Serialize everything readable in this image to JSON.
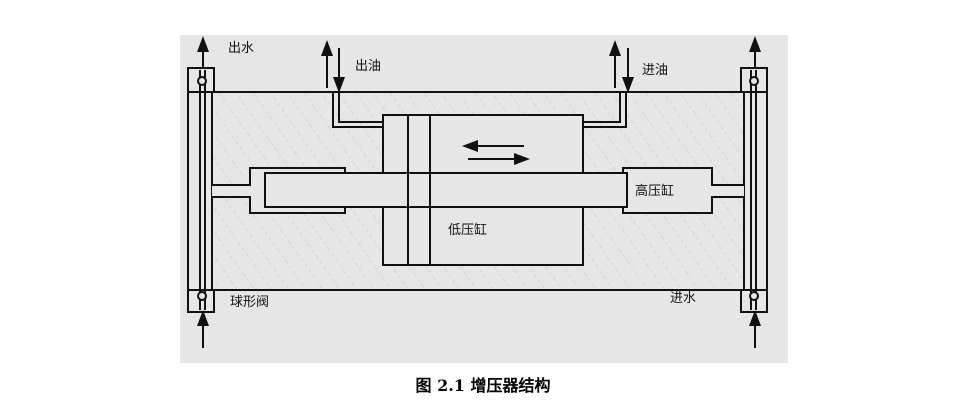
{
  "labels": {
    "water_out": "出水",
    "oil_out": "出油",
    "oil_in": "进油",
    "high_pressure_cylinder": "高压缸",
    "low_pressure_cylinder": "低压缸",
    "ball_valve": "球形阀",
    "water_in": "进水"
  },
  "caption": "图 2.1 增压器结构",
  "colors": {
    "background": "#e6e6e6",
    "line": "#111111",
    "hatch": "#bdbdbd"
  }
}
